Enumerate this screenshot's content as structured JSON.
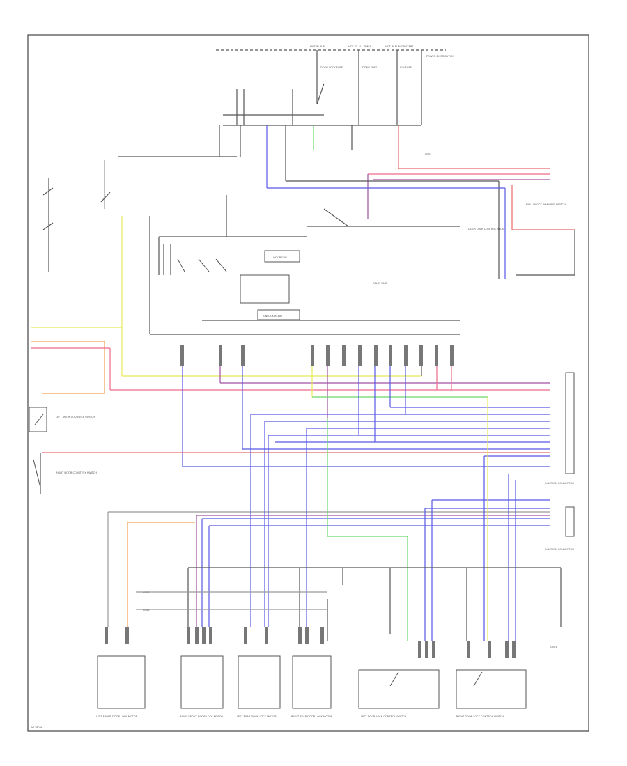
{
  "diagram": {
    "footer_code": "W178006",
    "labels": {
      "hot_run": "HOT IN RUN",
      "hot_at_all_times": "HOT AT ALL TIMES",
      "power_distribution": "POWER DISTRIBUTION",
      "hot_run_or_start": "HOT IN RUN OR START",
      "door_lock_fuse": "DOOR LOCK FUSE",
      "dome_fuse": "DOME FUSE",
      "ign_fuse": "IGN FUSE",
      "relay_unit": "RELAY UNIT",
      "key_warning": "KEY UNLOCK WARNING SWITCH",
      "door_lock_control": "DOOR LOCK CONTROL RELAY",
      "lock_relay": "LOCK RELAY",
      "unlock_relay": "UNLOCK RELAY",
      "junction_connector_1": "JUNCTION CONNECTOR",
      "junction_connector_2": "JUNCTION CONNECTOR",
      "left_door_courtesy": "LEFT DOOR COURTESY SWITCH",
      "right_door_courtesy": "RIGHT DOOR COURTESY SWITCH",
      "ground_left": "G301",
      "ground_right": "G302",
      "ground_bottom": "G501",
      "ground_top": "G401",
      "comp_left_front_door_lock": "LEFT FRONT DOOR LOCK MOTOR",
      "comp_right_front_door_lock": "RIGHT FRONT DOOR LOCK MOTOR",
      "comp_left_rear_door_lock": "LEFT REAR DOOR LOCK MOTOR",
      "comp_right_rear_door_lock": "RIGHT REAR DOOR LOCK MOTOR",
      "comp_left_door_switch": "LEFT DOOR LOCK CONTROL SWITCH",
      "comp_right_door_switch": "RIGHT DOOR LOCK CONTROL SWITCH"
    }
  }
}
